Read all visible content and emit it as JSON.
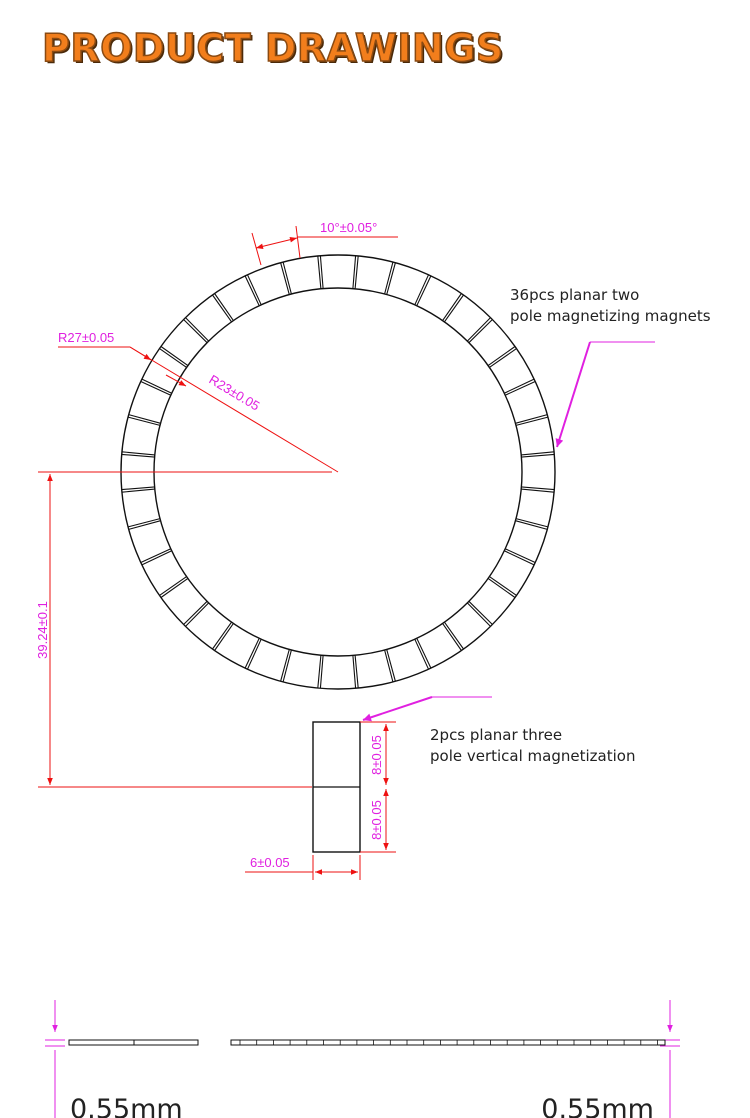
{
  "page": {
    "title": "PRODUCT DRAWINGS"
  },
  "ring": {
    "magnet_count": 36,
    "angle_label": "10°±0.05°",
    "outer_radius_label": "R27±0.05",
    "inner_radius_label": "R23±0.05",
    "note_lines": [
      "36pcs planar two",
      "pole magnetizing magnets"
    ]
  },
  "vertical": {
    "offset_label": "39.24±0.1",
    "width_label": "6±0.05",
    "segment_labels": [
      "8±0.05",
      "8±0.05"
    ],
    "note_lines": [
      "2pcs planar three",
      "pole vertical magnetization"
    ]
  },
  "thickness": {
    "left_label": "0.55mm",
    "right_label": "0.55mm"
  },
  "colors": {
    "title": "#f27e1c",
    "dimension": "#e020e0",
    "leader": "#ee1111",
    "outline": "#111111",
    "text": "#222222"
  }
}
